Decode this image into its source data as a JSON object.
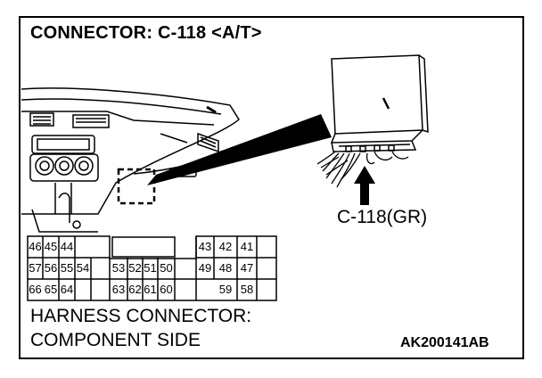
{
  "title": "CONNECTOR: C-118 <A/T>",
  "connector_label": "C-118(GR)",
  "caption": {
    "line1": "HARNESS CONNECTOR:",
    "line2": "COMPONENT SIDE"
  },
  "figure_code": "AK200141AB",
  "pins": {
    "row1": [
      "46",
      "45",
      "44",
      "43",
      "42",
      "41"
    ],
    "row2": [
      "57",
      "56",
      "55",
      "54",
      "53",
      "52",
      "51",
      "50",
      "49",
      "48",
      "47"
    ],
    "row3": [
      "66",
      "65",
      "64",
      "63",
      "62",
      "61",
      "60",
      "59",
      "58"
    ]
  }
}
